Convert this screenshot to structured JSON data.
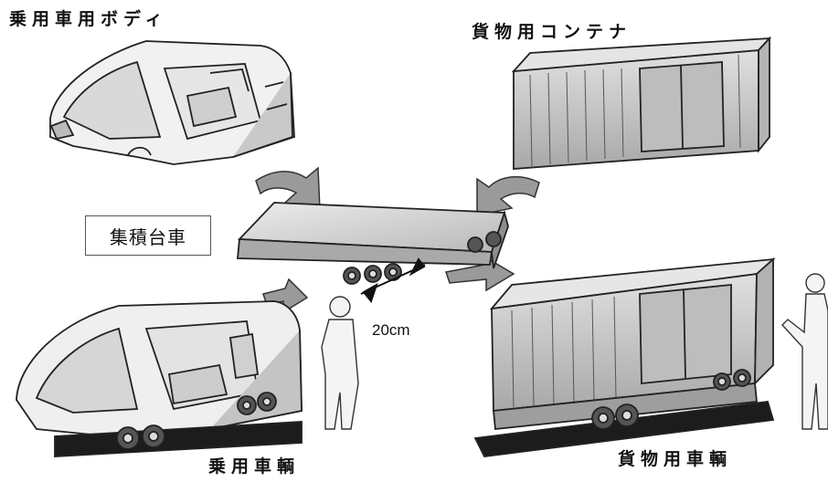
{
  "labels": {
    "passenger_body": "乗用車用ボディ",
    "cargo_container": "貨物用コンテナ",
    "platform": "集積台車",
    "gap": "20cm",
    "passenger_vehicle": "乗用車輌",
    "cargo_vehicle": "貨物用車輌"
  },
  "colors": {
    "outline": "#222222",
    "shade": "#c8c8c8",
    "arrow": "#9a9a9a",
    "shadow": "#1a1a1a"
  }
}
